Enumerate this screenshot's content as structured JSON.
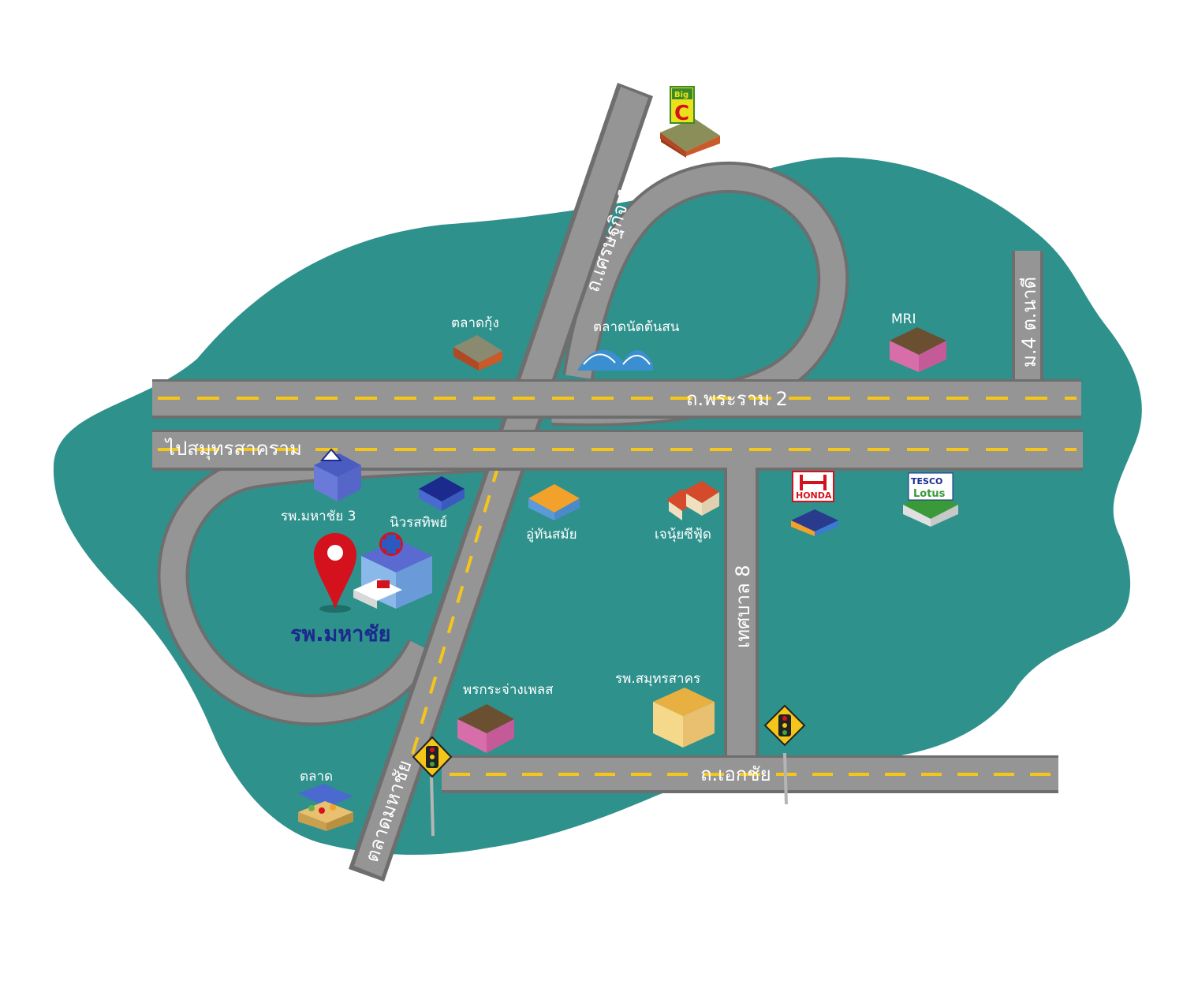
{
  "colors": {
    "land": "#2e918c",
    "road": "#959595",
    "road_edge": "#6e6e6e",
    "lane": "#f5c61a",
    "label": "#ffffff",
    "hospital_text": "#1b2a8c",
    "pin": "#d4121e"
  },
  "roads": {
    "rama2": "ถ.พระราม 2",
    "to_samut": "ไปสมุทรสาคราม",
    "setthakit": "ถ.เศรษฐกิจ 1",
    "moo4": "ม.4 ต.นาดี",
    "tessaban8": "เทศบาล 8",
    "ekachai": "ถ.เอกชัย",
    "talad_mahachai": "ตลาดมหาชัย"
  },
  "places": {
    "talad_kung": "ตลาดกุ้ง",
    "talad_nat": "ตลาดนัดต้นสน",
    "mri": "MRI",
    "mahachai3": "รพ.มหาชัย 3",
    "niwat": "นิวรสทิพย์",
    "u_thansamai": "อู่ทันสมัย",
    "chenui": "เจนุ้ยซีฟู้ด",
    "hospital": "รพ.มหาชัย",
    "phorn": "พรกระจ่างเพลส",
    "samut_hosp": "รพ.สมุทรสาคร",
    "talad": "ตลาด"
  },
  "logos": {
    "bigc_top": "Big",
    "bigc_letter": "C",
    "honda": "HONDA",
    "tesco": "TESCO",
    "lotus": "Lotus"
  },
  "icons": {
    "pin": "map-pin-icon",
    "traffic_light": "traffic-light-icon",
    "hospital": "hospital-icon",
    "building": "building-icon"
  }
}
